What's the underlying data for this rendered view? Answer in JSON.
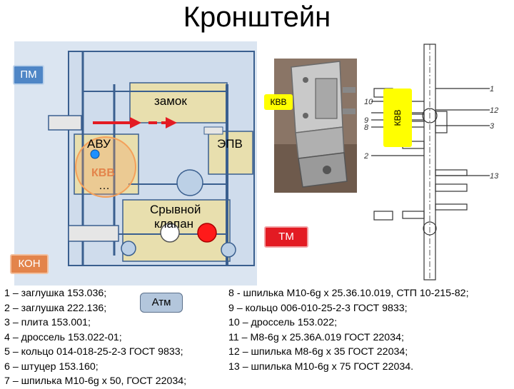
{
  "title": "Кронштейн",
  "labels": {
    "pm": "ПМ",
    "kon": "КОН",
    "tm": "ТМ",
    "atm": "Атм",
    "zamok": "замок",
    "avu": "АВУ",
    "epv": "ЭПВ",
    "kvv_circle": "КВВ",
    "ellipsis": "…",
    "sryvnoy_line1": "Срывной",
    "sryvnoy_line2": "клапан",
    "kvv_photo": "КВВ",
    "kvv_drawing": "КВВ"
  },
  "drawing_numbers": [
    "1",
    "10",
    "9",
    "8",
    "2",
    "12",
    "3",
    "13"
  ],
  "legend_left": [
    "1 – заглушка 153.036;",
    "2 – заглушка 222.136;",
    "3 – плита 153.001;",
    "4 – дроссель 153.022-01;",
    "5 – кольцо 014-018-25-2-3 ГОСТ 9833;",
    "6 – штуцер 153.160;",
    "7 – шпилька М10-6g х 50, ГОСТ 22034;"
  ],
  "legend_right": [
    "8 - шпилька М10-6g х 25.36.10.019, СТП 10-215-82;",
    "9 – кольцо 006-010-25-2-3 ГОСТ 9833;",
    "10 – дроссель 153.022;",
    "11 – М8-6g х 25.36А.019 ГОСТ 22034;",
    "12 – шпилька М8-6g х 35 ГОСТ 22034;",
    "13 – шпилька М10-6g х 75 ГОСТ 22034."
  ],
  "colors": {
    "panel": "#dbe5f1",
    "block": "#e8dfae",
    "line": "#3a5f8f",
    "arrow": "#e31b23",
    "highlight_circle": "#f4a05a",
    "kvv_text": "#e3844b",
    "blue_tag": "#4f86c6",
    "orange_tag": "#e3844b",
    "red_tag": "#e31b23",
    "yellow_tag": "#ffff00"
  }
}
